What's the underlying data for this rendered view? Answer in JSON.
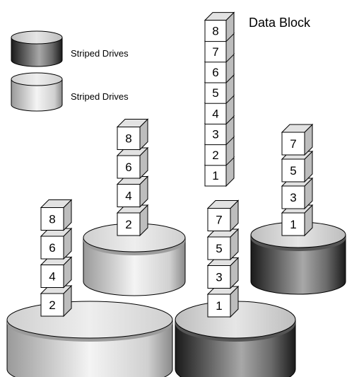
{
  "legend": {
    "dark_label": "Striped Drives",
    "light_label": "Striped Drives"
  },
  "data_block": {
    "title": "Data Block",
    "blocks": [
      "8",
      "7",
      "6",
      "5",
      "4",
      "3",
      "2",
      "1"
    ]
  },
  "drives": [
    {
      "id": "drive-light-front",
      "style": "light",
      "blocks": [
        "8",
        "6",
        "4",
        "2"
      ]
    },
    {
      "id": "drive-light-back",
      "style": "light",
      "blocks": [
        "8",
        "6",
        "4",
        "2"
      ]
    },
    {
      "id": "drive-dark-front",
      "style": "dark",
      "blocks": [
        "7",
        "5",
        "3",
        "1"
      ]
    },
    {
      "id": "drive-dark-back",
      "style": "dark",
      "blocks": [
        "7",
        "5",
        "3",
        "1"
      ]
    }
  ],
  "colors": {
    "dark_drive_edge": "#1a1a1a",
    "dark_drive_mid": "#9a9a9a",
    "light_drive_edge": "#8a8a8a",
    "light_drive_mid": "#f2f2f2",
    "cube_face": "#ffffff",
    "cube_side": "#bdbdbd",
    "cube_top": "#e2e2e2"
  }
}
